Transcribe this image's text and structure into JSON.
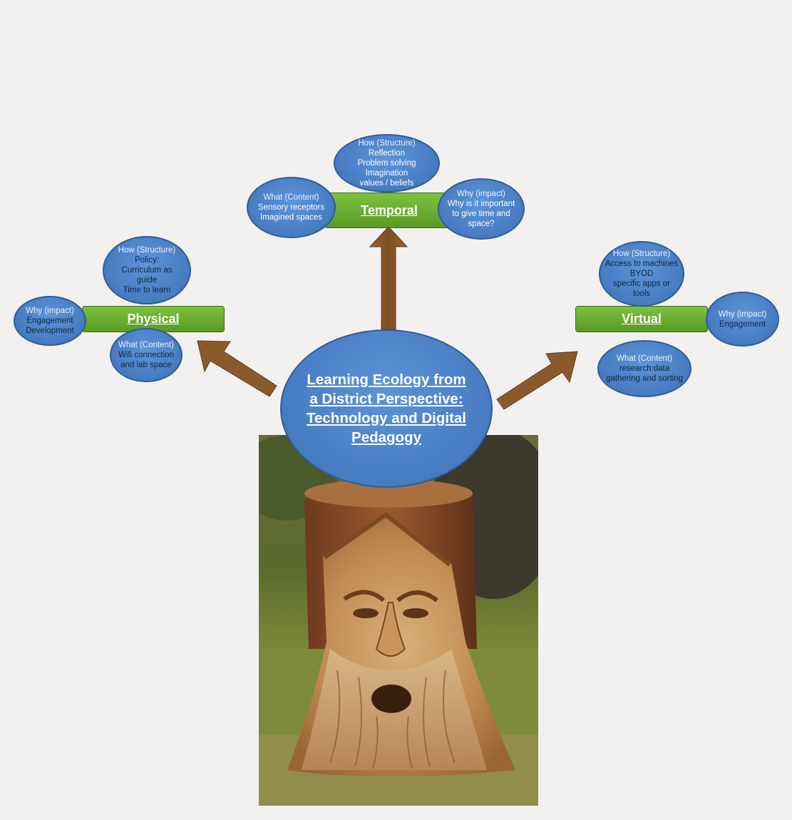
{
  "center": {
    "lines": [
      "Learning Ecology from",
      "a District Perspective:",
      "Technology and Digital",
      "Pedagogy"
    ]
  },
  "temporal": {
    "label": "Temporal",
    "how": {
      "title": "How (Structure)",
      "lines": [
        "Reflection",
        "Problem solving",
        "Imagination",
        "values / beliefs"
      ]
    },
    "what": {
      "title": "What (Content)",
      "lines": [
        "Sensory receptors",
        "Imagined spaces"
      ]
    },
    "why": {
      "title": "Why (impact)",
      "lines": [
        "Why is it important",
        "to give time and",
        "space?"
      ]
    }
  },
  "physical": {
    "label": "Physical",
    "how": {
      "title": "How (Structure)",
      "lines": [
        "Policy:",
        "Curriculum as",
        "guide",
        "Time to learn"
      ]
    },
    "what": {
      "title": "What (Content)",
      "lines": [
        "Wifi connection",
        "and lab space"
      ]
    },
    "why": {
      "title": "Why (impact)",
      "lines": [
        "Engagement",
        "Development"
      ]
    }
  },
  "virtual": {
    "label": "Virtual",
    "how": {
      "title": "How (Structure)",
      "lines": [
        "Access to machines",
        "BYOD",
        "specific apps or",
        "tools"
      ]
    },
    "what": {
      "title": "What (Content)",
      "lines": [
        "research:data",
        "gathering and sorting"
      ]
    },
    "why": {
      "title": "Why (impact)",
      "lines": [
        "Engagement"
      ]
    }
  },
  "colors": {
    "oval": "#4a7fc6",
    "bar": "#6aac2e",
    "arrow": "#8b5a2b",
    "background": "#f3f1f0"
  }
}
